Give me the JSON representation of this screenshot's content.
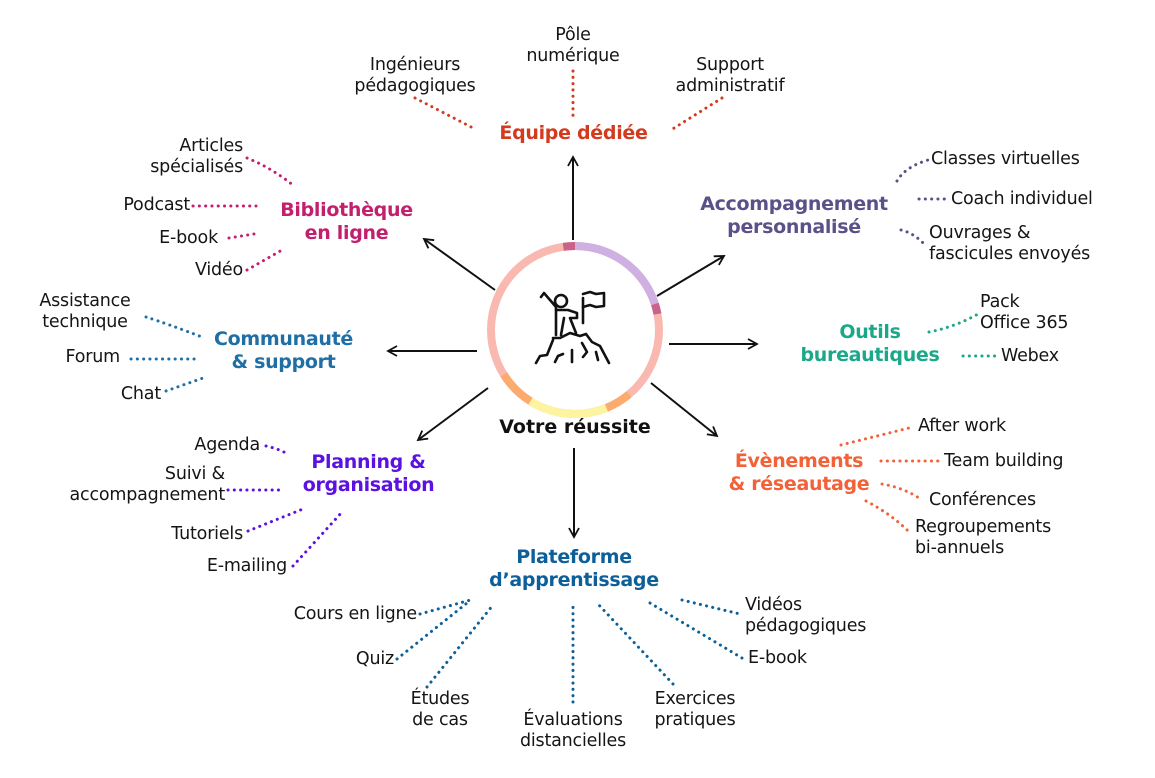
{
  "center": {
    "title": "Votre réussite",
    "icon": "climber-with-flag-icon",
    "ring_colors": [
      "#f9b9b0",
      "#cfb0e2",
      "#c9638a",
      "#fbb06e",
      "#fdf4a0"
    ]
  },
  "branches": [
    {
      "id": "equipe",
      "title": "Équipe dédiée",
      "color": "#d33a1e",
      "items": [
        "Ingénieurs\npédagogiques",
        "Pôle\nnumérique",
        "Support\nadministratif"
      ]
    },
    {
      "id": "accompagnement",
      "title": "Accompagnement\npersonnalisé",
      "color": "#5b5088",
      "items": [
        "Classes virtuelles",
        "Coach individuel",
        "Ouvrages &\nfascicules envoyés"
      ]
    },
    {
      "id": "outils",
      "title": "Outils\nbureautiques",
      "color": "#1ba889",
      "items": [
        "Pack\nOffice 365",
        "Webex"
      ]
    },
    {
      "id": "evenements",
      "title": "Évènements\n& réseautage",
      "color": "#f26137",
      "items": [
        "After work",
        "Team building",
        "Conférences",
        "Regroupements\nbi-annuels"
      ]
    },
    {
      "id": "plateforme",
      "title": "Plateforme\nd’apprentissage",
      "color": "#0d5f99",
      "items": [
        "Cours en ligne",
        "Quiz",
        "Études\nde cas",
        "Évaluations\ndistancielles",
        "Exercices\npratiques",
        "E-book",
        "Vidéos\npédagogiques"
      ]
    },
    {
      "id": "planning",
      "title": "Planning &\norganisation",
      "color": "#5b12e0",
      "items": [
        "Agenda",
        "Suivi &\naccompagnement",
        "Tutoriels",
        "E-mailing"
      ]
    },
    {
      "id": "communaute",
      "title": "Communauté\n& support",
      "color": "#1f6ea6",
      "items": [
        "Assistance\ntechnique",
        "Forum",
        "Chat"
      ]
    },
    {
      "id": "bibliotheque",
      "title": "Bibliothèque\nen ligne",
      "color": "#c31f6f",
      "items": [
        "Articles\nspécialisés",
        "Podcast",
        "E-book",
        "Vidéo"
      ]
    }
  ]
}
